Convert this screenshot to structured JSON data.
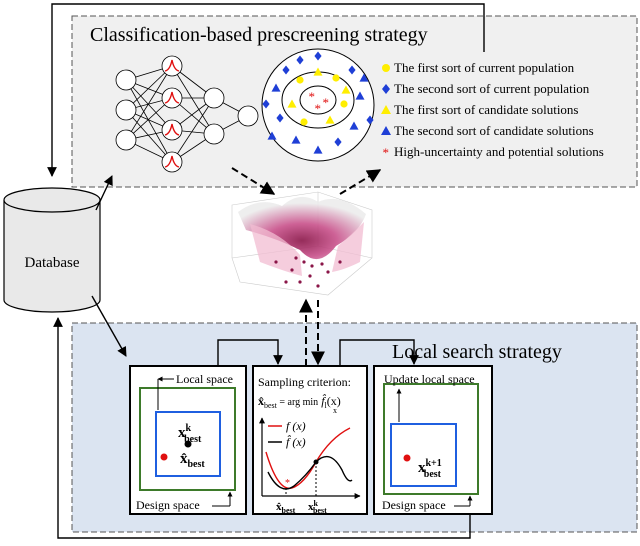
{
  "top_box": {
    "title": "Classification-based prescreening strategy",
    "legend": [
      {
        "label": "The first sort of current population",
        "marker": "circle",
        "color": "#ffee00"
      },
      {
        "label": "The second sort of current population",
        "marker": "diamond",
        "color": "#1f3fd6"
      },
      {
        "label": "The first sort of candidate solutions",
        "marker": "triangle",
        "color": "#ffee00"
      },
      {
        "label": "The second sort of candidate solutions",
        "marker": "triangle",
        "color": "#1f3fd6"
      },
      {
        "label": "High-uncertainty and potential solutions",
        "marker": "star",
        "color": "#e01010"
      }
    ]
  },
  "database": {
    "label": "Database"
  },
  "bottom_box": {
    "title": "Local search strategy",
    "panel1": {
      "local_label": "Local space",
      "design_label": "Design space",
      "xk": "x",
      "xk_sup": "k",
      "xk_sub": "best",
      "xhat": "x̂",
      "xhat_sub": "best"
    },
    "panel2": {
      "title": "Sampling criterion:",
      "formula": "x̂",
      "formula_sub": "best",
      "formula_rest": " = arg min",
      "formula_under": "x",
      "formula_f": "f̂",
      "formula_f_sub": "l",
      "formula_arg": "(x)",
      "legend_f": "f (x)",
      "legend_fhat": "f̂ (x)",
      "xhat_label": "x̂",
      "xhat_sub": "best",
      "xk_label": "x",
      "xk_sup": "k",
      "xk_sub": "best"
    },
    "panel3": {
      "update_label": "Update local space",
      "design_label": "Design space",
      "xk": "x",
      "xk_sup": "k+1",
      "xk_sub": "best"
    }
  },
  "colors": {
    "gaussian_red": "#e01010",
    "green_box": "#3d7a2a",
    "blue_box": "#1f5fe0",
    "surface_pink": "#c0306a",
    "bottom_bg": "#dbe4f1",
    "top_bg": "#f0f0f0"
  }
}
